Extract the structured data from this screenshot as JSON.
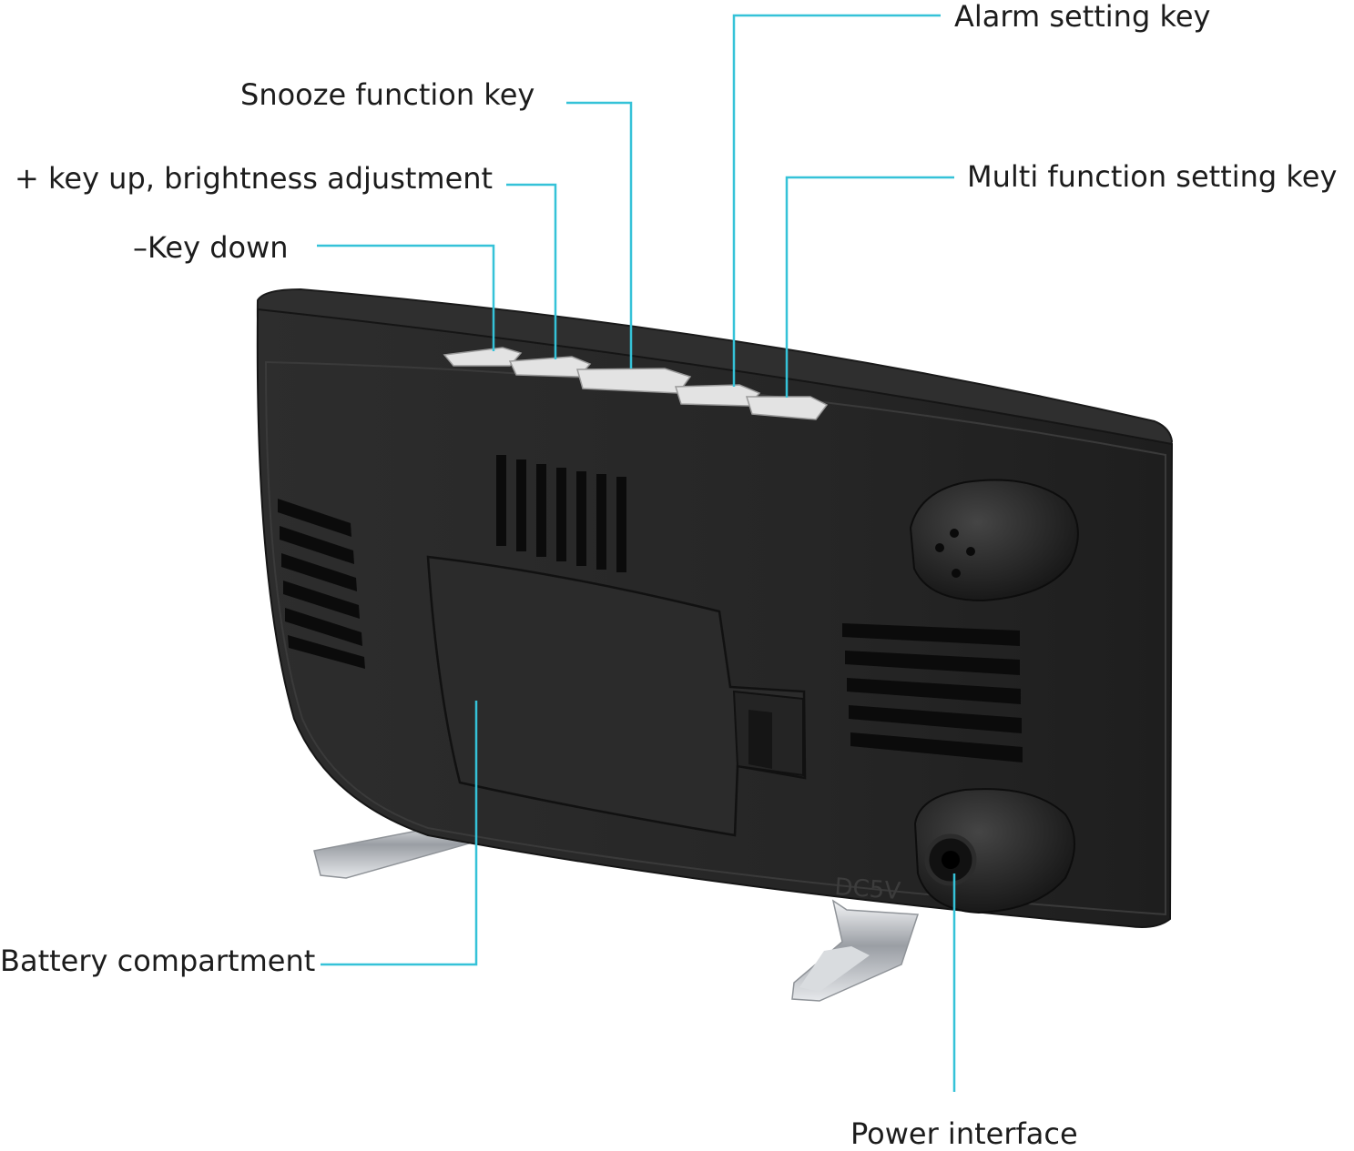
{
  "callouts": {
    "alarm_setting_key": "Alarm setting key",
    "snooze_function_key": "Snooze function key",
    "key_up_brightness": "+ key up, brightness adjustment",
    "multi_function_setting_key": "Multi function setting key",
    "key_down": "–Key down",
    "battery_compartment": "Battery compartment",
    "power_interface": "Power interface"
  },
  "device": {
    "port_marking": "DC5V"
  },
  "colors": {
    "leader_line": "#35c2d8",
    "body": "#262626",
    "button": "#e3e3e3",
    "stand": "#c9ccd0"
  }
}
